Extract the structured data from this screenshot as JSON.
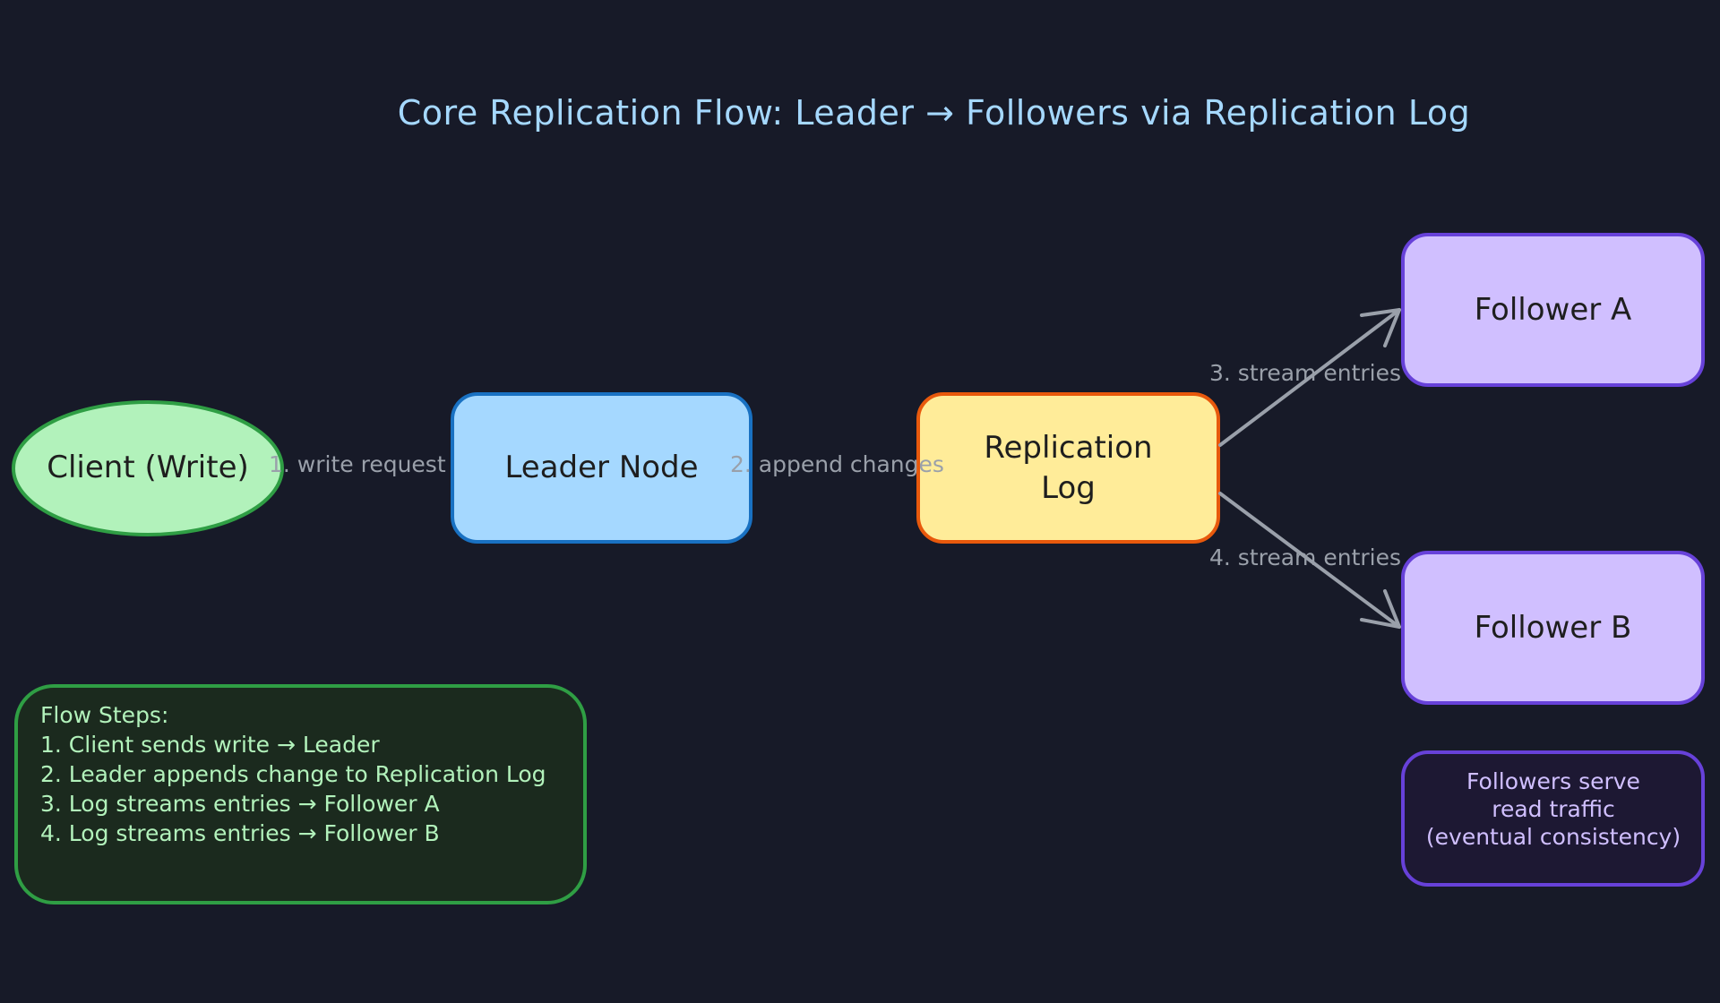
{
  "title": "Core Replication Flow: Leader → Followers via Replication Log",
  "nodes": {
    "client": {
      "label": "Client (Write)"
    },
    "leader": {
      "label": "Leader Node"
    },
    "log": {
      "label": "Replication\nLog"
    },
    "follower_a": {
      "label": "Follower A"
    },
    "follower_b": {
      "label": "Follower B"
    }
  },
  "edges": {
    "e1": {
      "label": "1. write request"
    },
    "e2": {
      "label": "2. append changes"
    },
    "e3": {
      "label": "3. stream entries"
    },
    "e4": {
      "label": "4. stream entries"
    }
  },
  "flow_steps": {
    "heading": "Flow Steps:",
    "lines": [
      "1. Client sends write → Leader",
      "2. Leader appends change to Replication Log",
      "3. Log streams entries → Follower A",
      "4. Log streams entries → Follower B"
    ]
  },
  "read_note": {
    "lines": [
      "Followers serve",
      "read traffic",
      "(eventual consistency)"
    ]
  },
  "colors": {
    "background": "#171a28",
    "title": "#a5d8ff",
    "client_fill": "#b2f2bb",
    "client_stroke": "#2f9e44",
    "leader_fill": "#a5d8ff",
    "leader_stroke": "#1971c2",
    "log_fill": "#ffec99",
    "log_stroke": "#e8590c",
    "follower_fill": "#d0bfff",
    "follower_stroke": "#6741d9",
    "flow_box_fill": "#1b2a1e",
    "flow_text": "#b2f2bb",
    "note_fill": "#1d1833",
    "note_text": "#d0bfff",
    "edge": "#9aa0aa"
  }
}
